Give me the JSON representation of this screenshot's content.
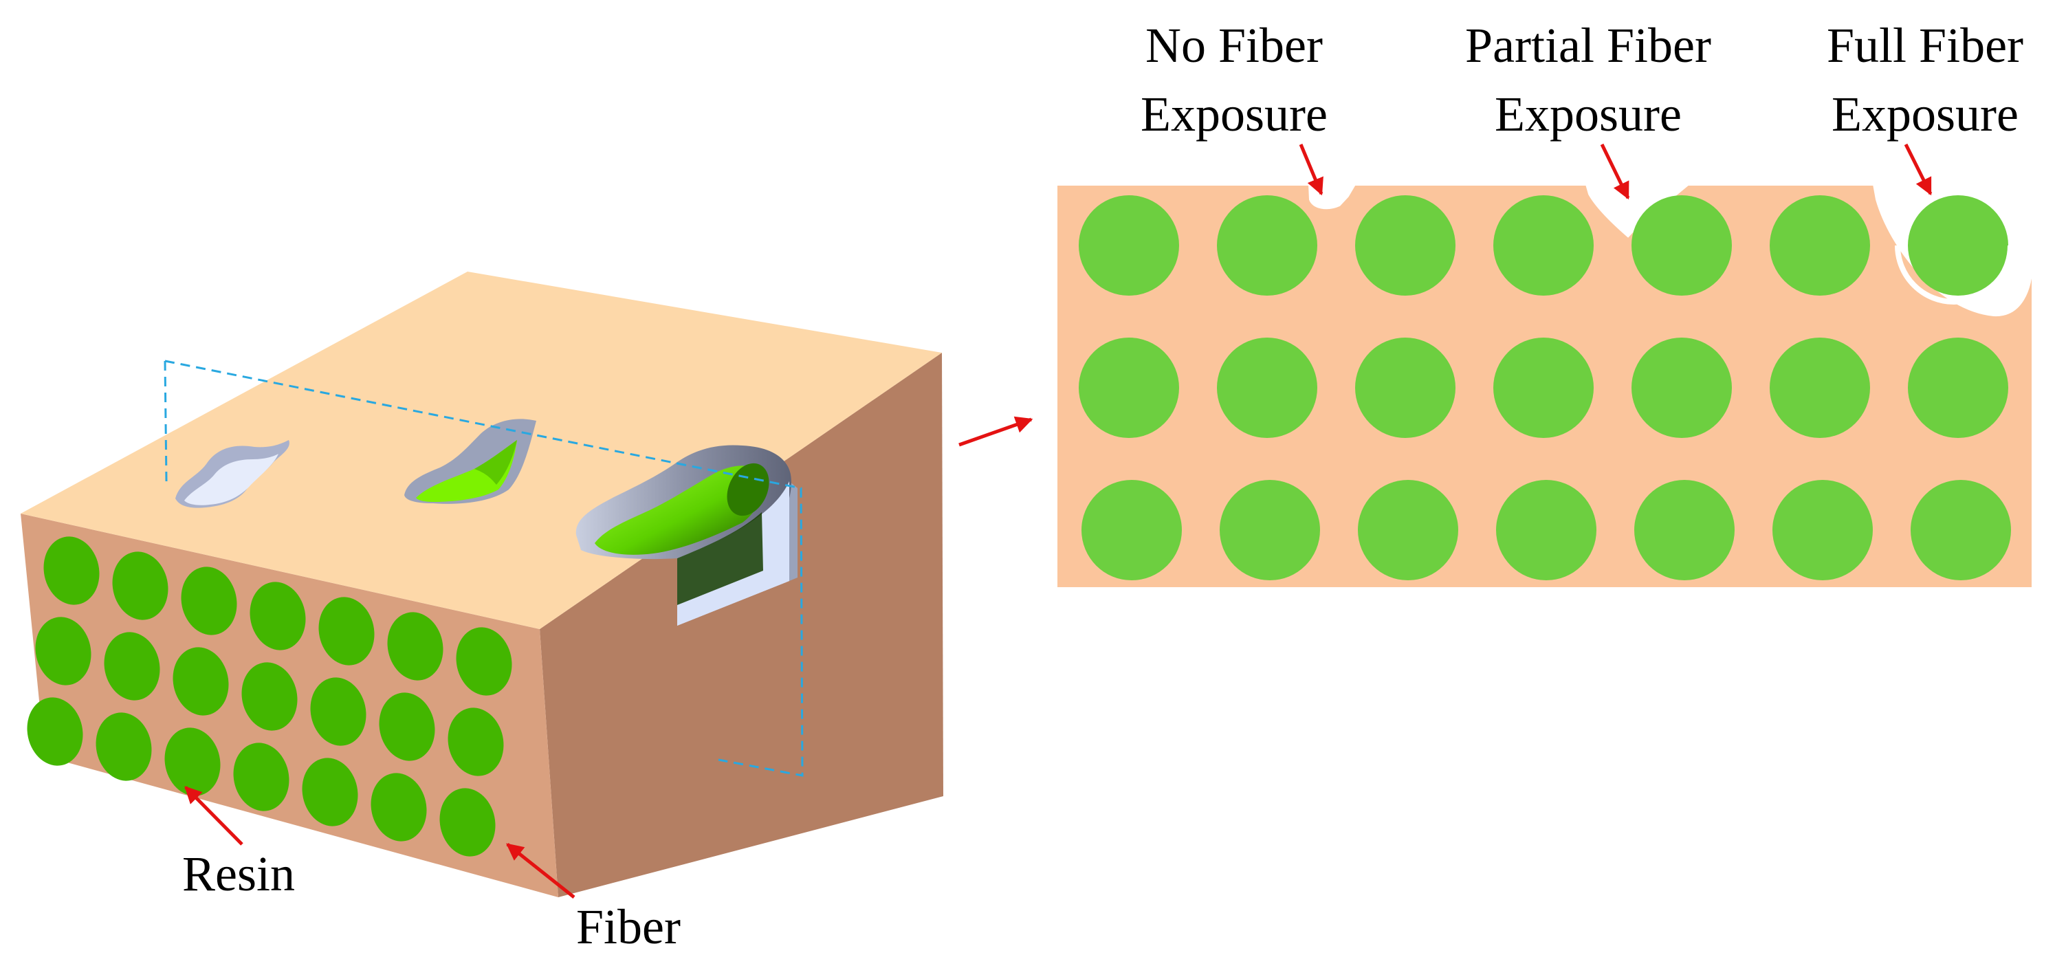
{
  "labels": {
    "resin": "Resin",
    "fiber": "Fiber",
    "no_fiber_line1": "No Fiber",
    "no_fiber_line2": "Exposure",
    "partial_line1": "Partial Fiber",
    "partial_line2": "Exposure",
    "full_line1": "Full Fiber",
    "full_line2": "Exposure"
  },
  "colors": {
    "resin_top": "#fdd8a9",
    "resin_front": "#d9a07f",
    "resin_side": "#b47f63",
    "resin_section": "#fbc59c",
    "fiber_face": "#43b600",
    "fiber_section": "#6dcf40",
    "fiber_exposed": "#7df200",
    "cavity": "#a9b1cc",
    "cavity_light": "#d8e2f9",
    "arrow": "#e41212",
    "section_plane": "#29a8e0"
  },
  "icons": {
    "pointer": "red-arrow-icon"
  },
  "section_grid": {
    "rows": 3,
    "columns": 7
  },
  "block_fibers": {
    "rows": 3,
    "columns": 7
  }
}
